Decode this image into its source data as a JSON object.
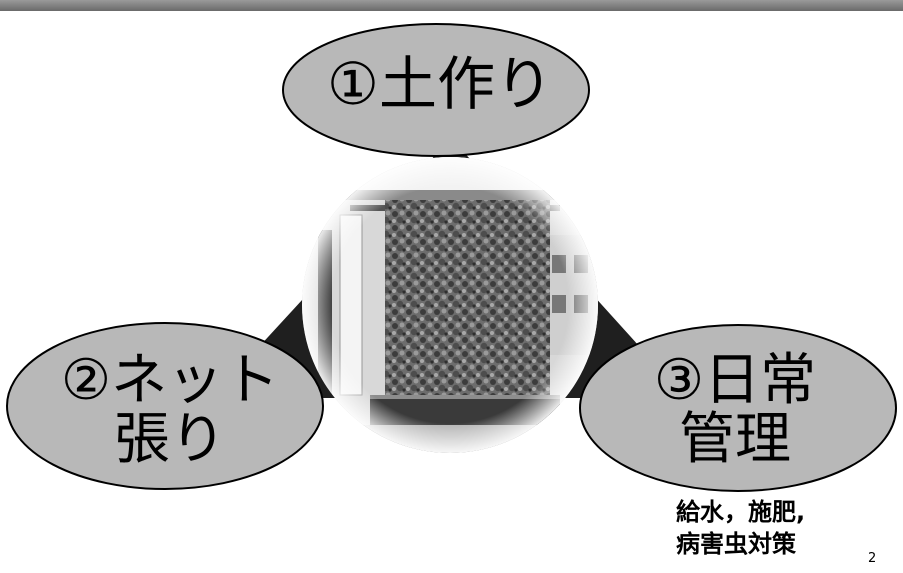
{
  "slide": {
    "items": [
      {
        "label_line1": "①土作り",
        "label_line2": ""
      },
      {
        "label_line1": "②ネット",
        "label_line2": "張り"
      },
      {
        "label_line1": "③日常",
        "label_line2": "管理"
      }
    ],
    "note_line1": "給水，施肥,",
    "note_line2": "病害虫対策",
    "page_number": "2"
  },
  "colors": {
    "triangle": "#1f1f1f",
    "ellipse_fill": "#b8b8b8",
    "ellipse_stroke": "#000000",
    "top_bar": "#7a7a7a"
  },
  "photo": {
    "icon": "green-wall-photo-icon",
    "subject": "house wall covered with climbing plants"
  }
}
